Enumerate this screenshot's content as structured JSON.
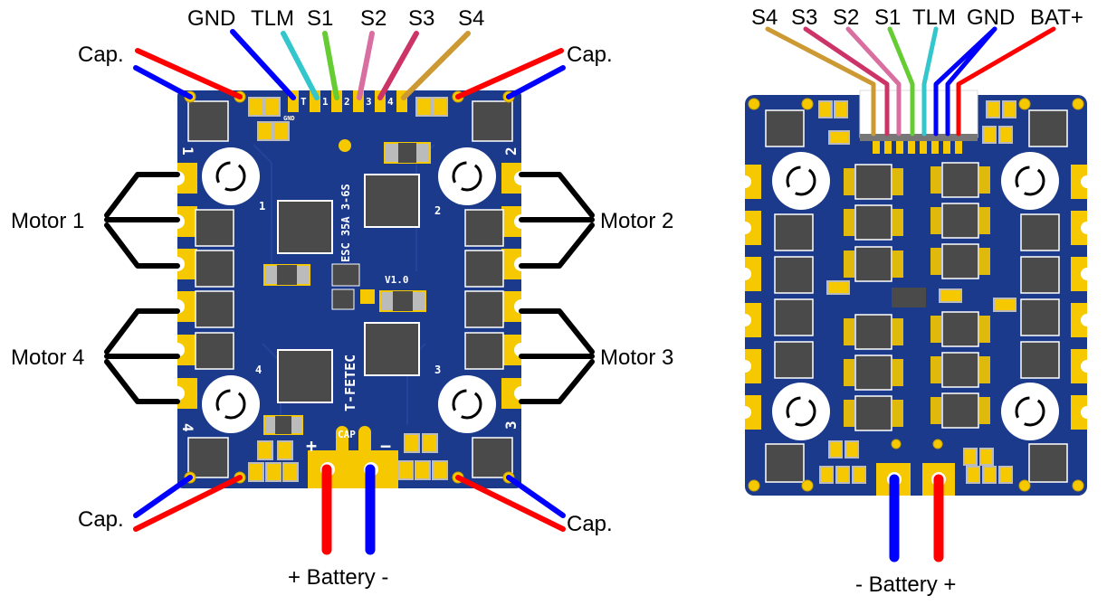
{
  "colors": {
    "pcb": "#1b3a8c",
    "pcb_dark": "#142c6e",
    "pad_gold": "#f5c800",
    "chip": "#4a4a4a",
    "mount_hole": "#ffffff",
    "wire_red": "#ff0000",
    "wire_blue": "#0000ff",
    "wire_black": "#000000",
    "wire_cyan": "#33c6cc",
    "wire_green": "#66cc33",
    "wire_pink": "#d96fa0",
    "wire_magenta": "#cc3366",
    "wire_ochre": "#cc9933"
  },
  "front_view": {
    "signal_labels": [
      {
        "id": "gnd",
        "text": "GND",
        "color": "#0000ff"
      },
      {
        "id": "tlm",
        "text": "TLM",
        "color": "#33c6cc"
      },
      {
        "id": "s1",
        "text": "S1",
        "color": "#66cc33"
      },
      {
        "id": "s2",
        "text": "S2",
        "color": "#d96fa0"
      },
      {
        "id": "s3",
        "text": "S3",
        "color": "#cc3366"
      },
      {
        "id": "s4",
        "text": "S4",
        "color": "#cc9933"
      }
    ],
    "signal_pad_silk": [
      "T",
      "1",
      "2",
      "3",
      "4"
    ],
    "gnd_silk": "GND",
    "cap_labels": [
      "Cap.",
      "Cap.",
      "Cap.",
      "Cap."
    ],
    "motor_labels": [
      "Motor 1",
      "Motor 2",
      "Motor 3",
      "Motor 4"
    ],
    "corner_numbers": [
      "1",
      "2",
      "3",
      "4"
    ],
    "board_text": "ESC 35A 3-6S",
    "version": "V1.0",
    "brand": "T-FETEC",
    "cap_pad_label": "CAP",
    "plus_sign": "+",
    "minus_sign": "−",
    "battery_label": "+ Battery -"
  },
  "back_view": {
    "signal_labels": [
      {
        "id": "s4",
        "text": "S4",
        "color": "#cc9933"
      },
      {
        "id": "s3",
        "text": "S3",
        "color": "#cc3366"
      },
      {
        "id": "s2",
        "text": "S2",
        "color": "#d96fa0"
      },
      {
        "id": "s1",
        "text": "S1",
        "color": "#66cc33"
      },
      {
        "id": "tlm",
        "text": "TLM",
        "color": "#33c6cc"
      },
      {
        "id": "gnd",
        "text": "GND",
        "color": "#0000ff"
      },
      {
        "id": "bat",
        "text": "BAT+",
        "color": "#ff0000"
      }
    ],
    "battery_label": "- Battery +"
  }
}
